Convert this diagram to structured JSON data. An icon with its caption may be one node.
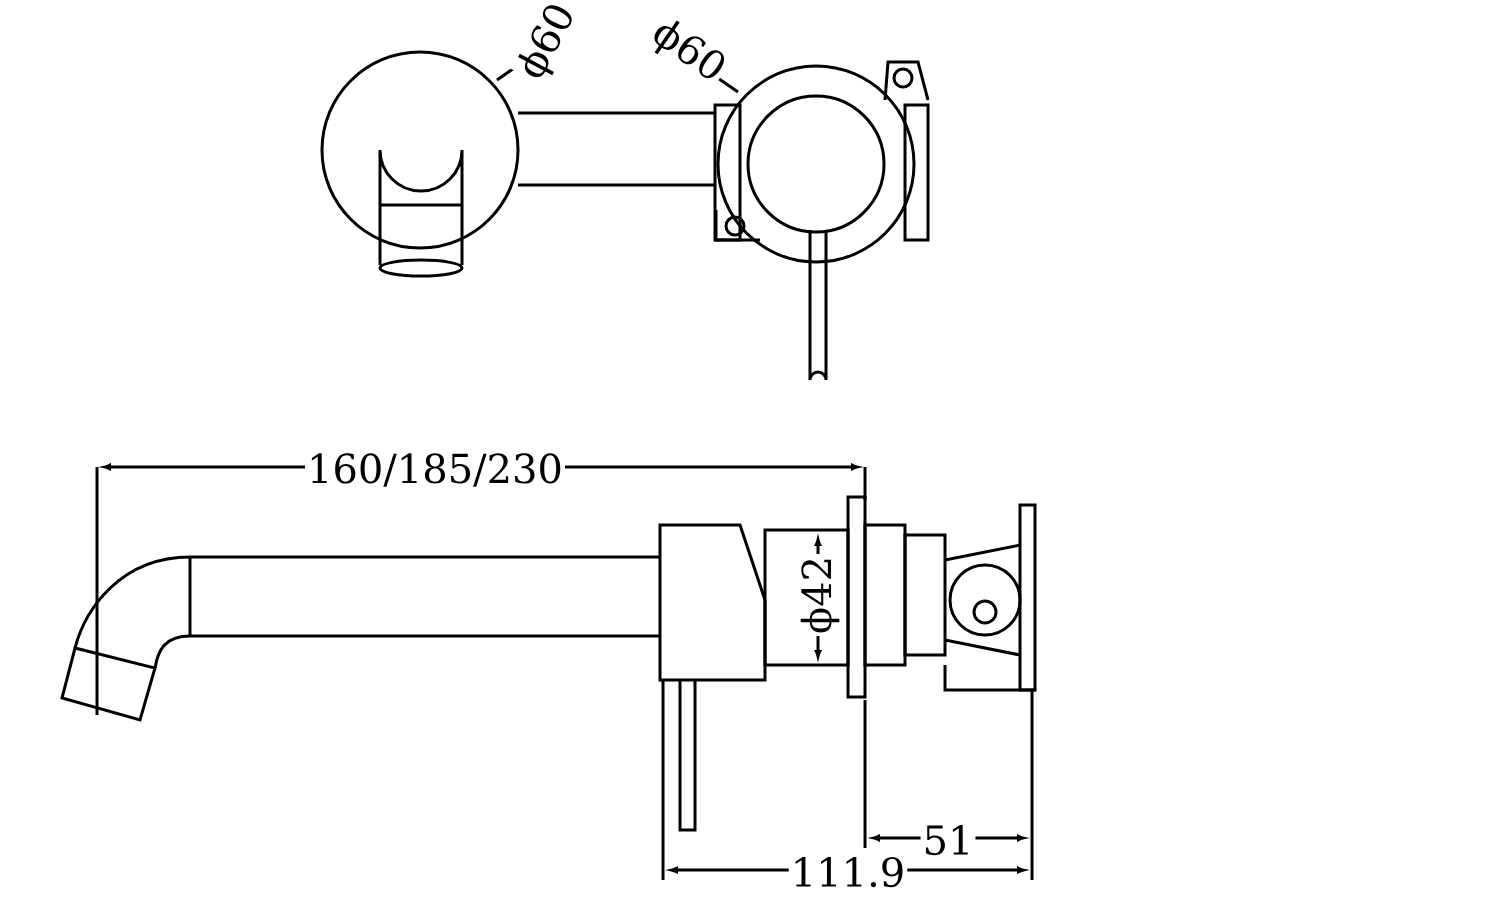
{
  "diagram": {
    "labels": [
      "ϕ60",
      "ϕ60",
      "160/185/230",
      "ϕ42",
      "51",
      "111.9"
    ]
  }
}
